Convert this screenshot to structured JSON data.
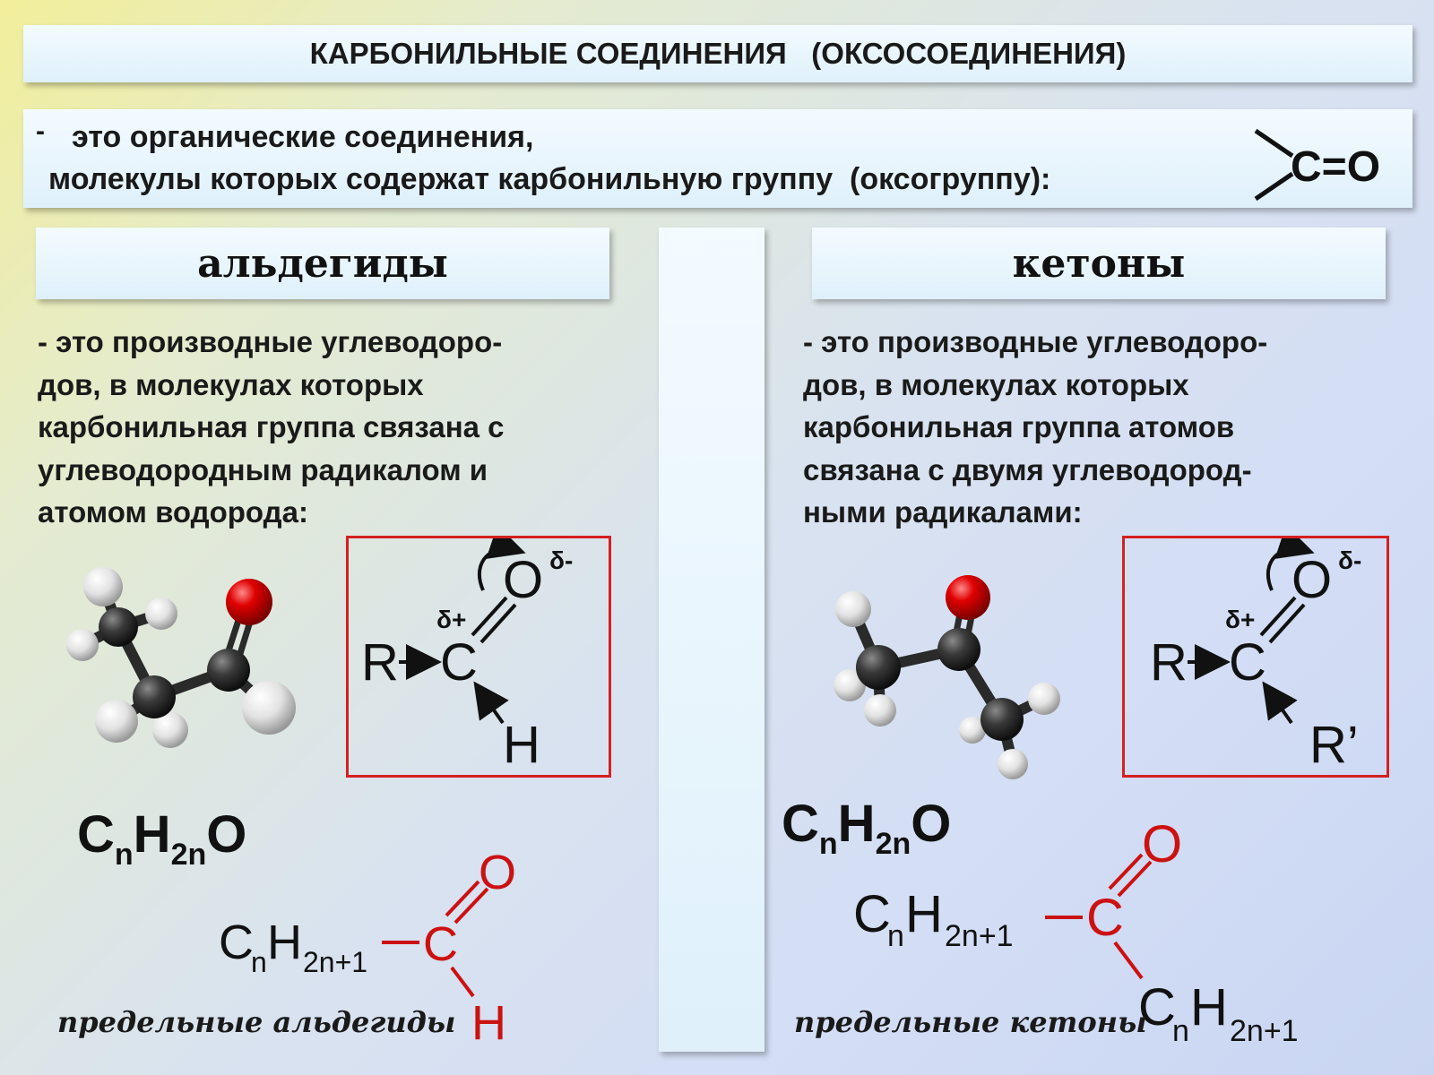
{
  "title": {
    "main": "КАРБОНИЛЬНЫЕ СОЕДИНЕНИЯ",
    "paren": "(ОКСОСОЕДИНЕНИЯ)"
  },
  "definition": {
    "dash": "-",
    "line1": "это органические соединения,",
    "line2": "молекулы которых содержат карбонильную группу  (оксогруппу):",
    "group_formula": "C=O"
  },
  "aldehydes": {
    "header": "альдегиды",
    "description": [
      "- это производные углеводоро-",
      "дов, в молекулах которых",
      "карбонильная группа связана с",
      "углеводородным радикалом и",
      "атомом водорода:"
    ],
    "scheme": {
      "R": "R",
      "C": "C",
      "O": "O",
      "H": "H",
      "delta_plus": "δ+",
      "delta_minus": "δ-"
    },
    "general_formula": {
      "C": "C",
      "n1": "n",
      "H": "H",
      "n2": "2n",
      "O": "O"
    },
    "structure": {
      "radical_C": "C",
      "radical_n": "n",
      "radical_H": "H",
      "radical_sub": "2n+1",
      "C": "C",
      "O": "O",
      "H": "H"
    },
    "caption": "предельные альдегиды"
  },
  "ketones": {
    "header": "кетоны",
    "description": [
      "- это производные углеводоро-",
      "дов, в молекулах которых",
      "карбонильная группа атомов",
      "связана с двумя углеводород-",
      "ными радикалами:"
    ],
    "scheme": {
      "R": "R",
      "C": "C",
      "O": "O",
      "R2": "R’",
      "delta_plus": "δ+",
      "delta_minus": "δ-"
    },
    "general_formula": {
      "C": "C",
      "n1": "n",
      "H": "H",
      "n2": "2n",
      "O": "O"
    },
    "structure": {
      "radical_C": "C",
      "radical_n": "n",
      "radical_H": "H",
      "radical_sub": "2n+1",
      "C": "C",
      "O": "O",
      "radical2_C": "C",
      "radical2_n": "n",
      "radical2_H": "H",
      "radical2_sub": "2n+1"
    },
    "caption": "предельные кетоны"
  },
  "colors": {
    "accent_red": "#cc1111",
    "box_red": "#d42020",
    "carbon": "#2b2b2b",
    "oxygen": "#cc0000",
    "hydrogen": "#e8e8e8"
  },
  "icons": [
    "acetaldehyde-ball-stick-model",
    "acetone-ball-stick-model",
    "carbonyl-group-symbol"
  ]
}
